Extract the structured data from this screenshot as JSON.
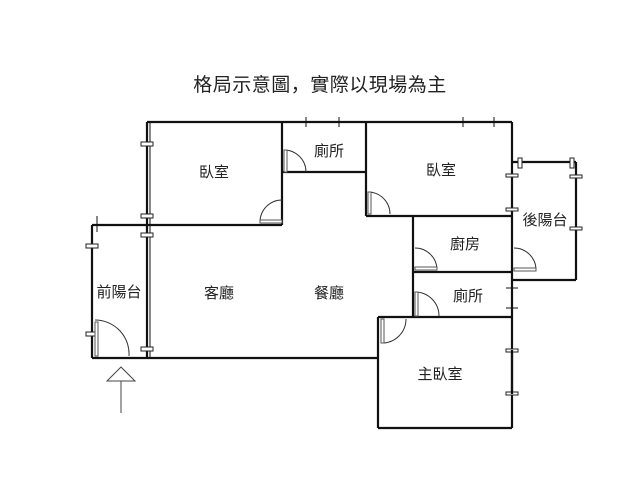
{
  "header": {
    "title": "格局示意圖，實際以現場為主"
  },
  "rooms": {
    "bedroom_left": "臥室",
    "bathroom_top": "廁所",
    "bedroom_right": "臥室",
    "rear_balcony": "後陽台",
    "kitchen": "廚房",
    "bathroom_lower": "廁所",
    "living_room": "客廳",
    "dining_room": "餐廳",
    "front_balcony": "前陽台",
    "master_bedroom": "主臥室"
  },
  "entrance": {
    "icon": "up-arrow-icon"
  },
  "colors": {
    "wall": "#111111",
    "text": "#222222",
    "background": "#ffffff"
  }
}
